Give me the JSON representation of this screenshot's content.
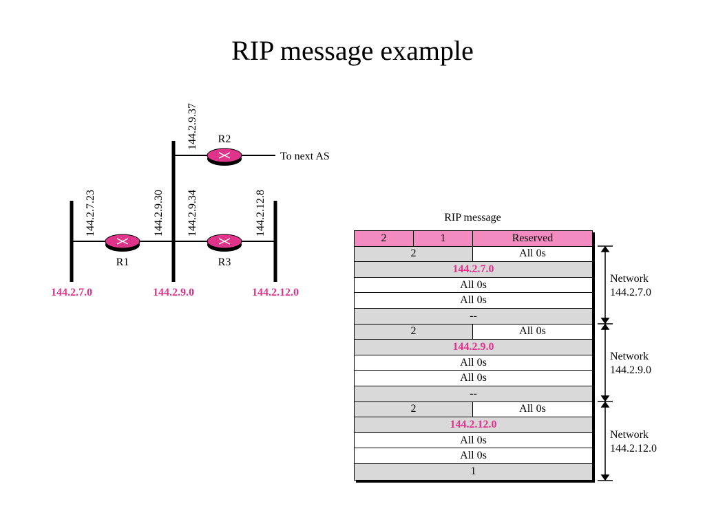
{
  "title": "RIP message example",
  "diagram": {
    "routers": {
      "r1": "R1",
      "r2": "R2",
      "r3": "R3"
    },
    "interfaces": {
      "r1_left": "144.2.7.23",
      "r1_right": "144.2.9.30",
      "r2_up": "144.2.9.37",
      "r3_left": "144.2.9.34",
      "r3_right": "144.2.12.8"
    },
    "to_next_as": "To next AS",
    "networks": {
      "n1": "144.2.7.0",
      "n2": "144.2.9.0",
      "n3": "144.2.12.0"
    }
  },
  "rip_message": {
    "caption": "RIP message",
    "header": {
      "command": "2",
      "version": "1",
      "reserved": "Reserved"
    },
    "entries": [
      {
        "family": "2",
        "zeros": "All 0s",
        "address": "144.2.7.0",
        "z1": "All 0s",
        "z2": "All 0s",
        "dash": "--"
      },
      {
        "family": "2",
        "zeros": "All 0s",
        "address": "144.2.9.0",
        "z1": "All 0s",
        "z2": "All 0s",
        "dash": "--"
      },
      {
        "family": "2",
        "zeros": "All 0s",
        "address": "144.2.12.0",
        "z1": "All 0s",
        "z2": "All 0s",
        "metric": "1"
      }
    ],
    "brackets": [
      {
        "word": "Network",
        "address": "144.2.7.0"
      },
      {
        "word": "Network",
        "address": "144.2.9.0"
      },
      {
        "word": "Network",
        "address": "144.2.12.0"
      }
    ]
  },
  "colors": {
    "accent": "#e0338a",
    "header_fill": "#f28cc0",
    "row_gray": "#d9d9d9"
  }
}
